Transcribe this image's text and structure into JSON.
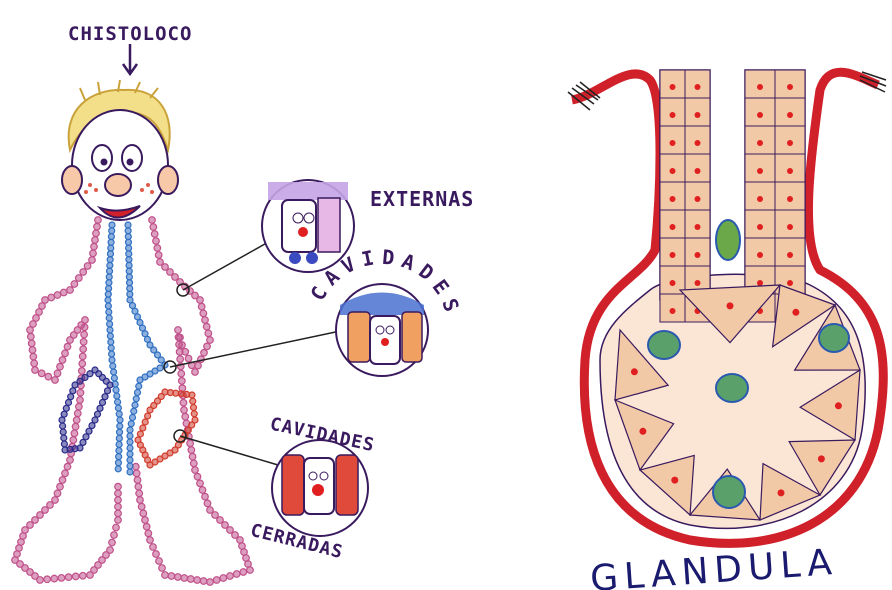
{
  "labels": {
    "character": "CHISTOLOCO",
    "externas": "EXTERNAS",
    "cavidades": "CAVIDADES",
    "cavidades_cerradas_top": "CAVIDADES",
    "cavidades_cerradas_bottom": "CERRADAS",
    "glandula": "GLANDULA"
  },
  "colors": {
    "ink": "#3a1a5e",
    "skin": "#f7c9a8",
    "outer_body_chain": "#c0508a",
    "esophagus_chain": "#2f6fc2",
    "stomach_chain": "#2a2a8a",
    "intestine_chain": "#d03a2a",
    "gland_wall": "#d0202a",
    "gland_cell": "#f2c9a6"
  }
}
